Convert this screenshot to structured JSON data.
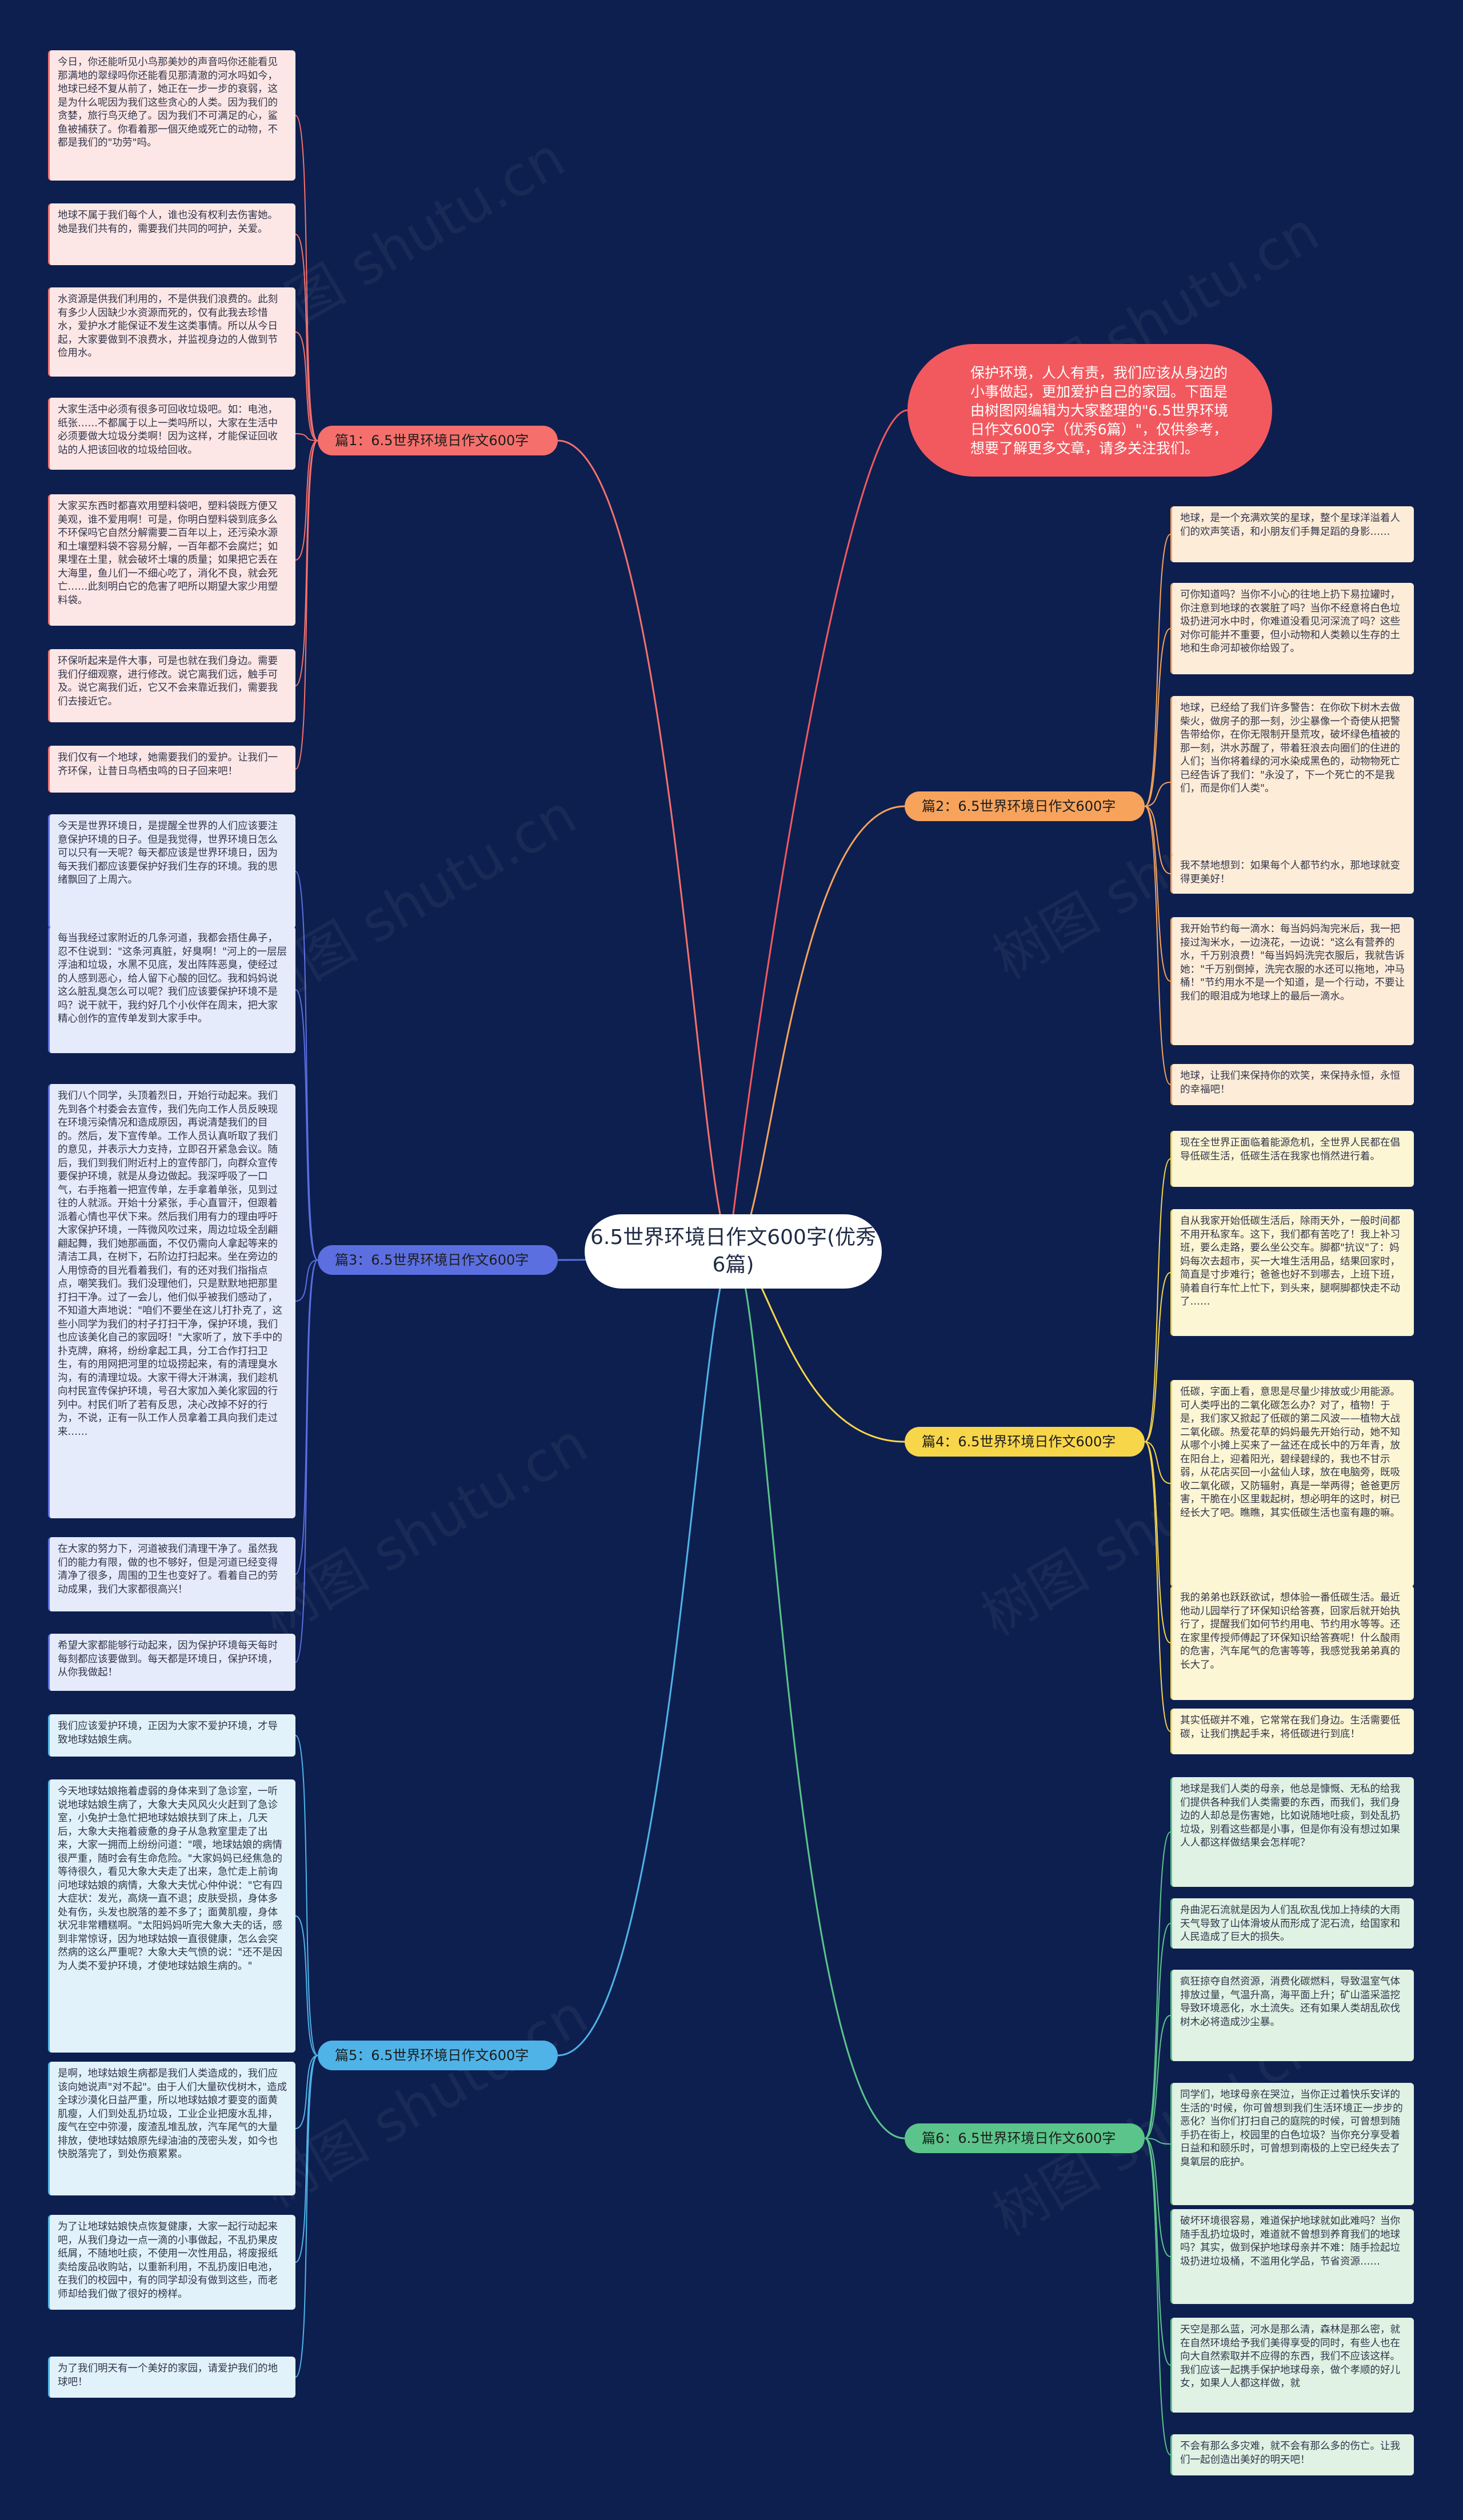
{
  "colors": {
    "background": "#0d1f4f",
    "branch1": "#f5706c",
    "branch2": "#f7a35c",
    "branch3": "#5b6fe0",
    "branch4": "#f7d64a",
    "branch5": "#4fb3e8",
    "branch6": "#5bc48a",
    "intro": "#f2595f"
  },
  "center": {
    "title": "6.5世界环境日作文600字(优秀6篇)"
  },
  "intro": {
    "text": "保护环境，人人有责，我们应该从身边的小事做起，更加爱护自己的家园。下面是由树图网编辑为大家整理的\"6.5世界环境日作文600字（优秀6篇）\"，仅供参考，想要了解更多文章，请多关注我们。"
  },
  "watermarks": [
    "树图 shutu.cn",
    "树图 shutu.cn",
    "树图 shutu.cn",
    "树图 shutu.cn",
    "树图 shutu.cn",
    "树图 shutu.cn",
    "树图 shutu.cn",
    "树图 shutu.cn"
  ],
  "branches": [
    {
      "label": "篇1：6.5世界环境日作文600字",
      "notes": [
        "今日，你还能听见小鸟那美妙的声音吗你还能看见那满地的翠绿吗你还能看见那清澈的河水吗如今，地球已经不复从前了，她正在一步一步的衰弱，这是为什么呢因为我们这些贪心的人类。因为我们的贪婪，旅行鸟灭绝了。因为我们不可满足的心，鲨鱼被捕获了。你看着那一個灭绝或死亡的动物，不都是我们的\"功劳\"吗。",
        "地球不属于我们每个人，谁也没有权利去伤害她。她是我们共有的，需要我们共同的呵护，关爱。",
        "水资源是供我们利用的，不是供我们浪费的。此刻有多少人因缺少水资源而死的，仅有此我去珍惜水，爱护水才能保证不发生这类事情。所以从今日起，大家要做到不浪费水，并监视身边的人做到节俭用水。",
        "大家生活中必须有很多可回收垃圾吧。如：电池，纸张……不都属于以上一类吗所以，大家在生活中必须要做大垃圾分类啊！因为这样，才能保证回收站的人把该回收的垃圾给回收。",
        "大家买东西时都喜欢用塑料袋吧，塑料袋既方便又美观，谁不爱用啊！可是，你明白塑料袋到底多么不环保吗它自然分解需要二百年以上，还污染水源和土壤塑料袋不容易分解，一百年都不会腐烂；如果埋在土里，就会破坏土壤的质量；如果把它丢在大海里，鱼儿们一不细心吃了，消化不良，就会死亡……此刻明白它的危害了吧所以期望大家少用塑料袋。",
        "环保听起来是件大事，可是也就在我们身边。需要我们仔细观察，进行修改。说它离我们远，触手可及。说它离我们近，它又不会来靠近我们，需要我们去接近它。",
        "我们仅有一个地球，她需要我们的爱护。让我们一齐环保，让昔日鸟栖虫鸣的日子回来吧！"
      ]
    },
    {
      "label": "篇2：6.5世界环境日作文600字",
      "notes": [
        "地球，是一个充满欢笑的星球，整个星球洋溢着人们的欢声笑语，和小朋友们手舞足蹈的身影……",
        "可你知道吗？当你不小心的往地上扔下易拉罐时，你注意到地球的衣裳脏了吗？当你不经意将白色垃圾扔进河水中时，你难道没看见河深流了吗？这些对你可能并不重要，但小动物和人类赖以生存的土地和生命河却被你给毁了。",
        "地球，已经给了我们许多警告：在你砍下树木去做柴火，做房子的那一刻，沙尘暴像一个奇使从把警告带给你，在你无限制开垦荒攻，破坏绿色植被的那一刻，洪水苏醒了，带着狂浪去向圈们的住进的人们；当你将着绿的河水染成黑色的，动物物死亡已经告诉了我们：\"永没了，下一个死亡的不是我们，而是你们人类\"。",
        "我不禁地想到：如果每个人都节约水，那地球就变得更美好！",
        "我开始节约每一滴水：每当妈妈淘完米后，我一把接过淘米水，一边浇花，一边说：\"这么有营养的水，千万别浪费！\"每当妈妈洗完衣服后，我就告诉她：\"千万别倒掉，洗完衣服的水还可以拖地，冲马桶！\"节约用水不是一个知道，是一个行动，不要让我们的眼泪成为地球上的最后一滴水。",
        "地球，让我们来保持你的欢笑，来保持永恒，永恒的幸福吧！"
      ]
    },
    {
      "label": "篇3：6.5世界环境日作文600字",
      "notes": [
        "今天是世界环境日，是提醒全世界的人们应该要注意保护环境的日子。但是我觉得，世界环境日怎么可以只有一天呢？每天都应该是世界环境日，因为每天我们都应该要保护好我们生存的环境。我的思绪飘回了上周六。",
        "每当我经过家附近的几条河道，我都会捂住鼻子，忍不住说到：\"这条河真脏，好臭啊！\"河上的一层层浮油和垃圾，水黑不见底，发出阵阵恶臭，使经过的人感到恶心，给人留下心酸的回忆。我和妈妈说这么脏乱臭怎么可以呢？我们应该要保护环境不是吗？说干就干，我约好几个小伙伴在周末，把大家精心创作的宣传单发到大家手中。",
        "我们八个同学，头顶着烈日，开始行动起来。我们先到各个村委会去宣传，我们先向工作人员反映现在环境污染情况和造成原因，再说清楚我们的目的。然后，发下宣传单。工作人员认真听取了我们的意见，并表示大力支持，立即召开紧急会议。随后，我们到我们附近村上的宣传部门，向群众宣传要保护环境，就是从身边做起。我深呼吸了一口气，右手拖着一把宣传单，左手拿着单张，见到过往的人就派。开始十分紧张，手心直冒汗，但跟着派着心情也平伏下来。然后我们用有力的理由呼吁大家保护环境，一阵微风吹过来，周边垃圾全刮翩翩起舞，我们她那画面，不仅仍需向人拿起等来的清洁工具，在树下，石阶边打扫起来。坐在旁边的人用惊奇的目光看着我们，有的还对我们指指点点，嘲笑我们。我们没理他们，只是默默地把那里打扫干净。过了一会儿，他们似乎被我们感动了，不知道大声地说：\"咱们不要坐在这儿打扑克了，这些小同学为我们的村子打扫干净，保护环境，我们也应该美化自己的家园呀！\"大家听了，放下手中的扑克牌，麻将，纷纷拿起工具，分工合作打扫卫生，有的用网把河里的垃圾捞起来，有的清理臭水沟，有的清理垃圾。大家干得大汗淋漓，我们趁机向村民宣传保护环境，号召大家加入美化家园的行列中。村民们听了若有反思，决心改掉不好的行为，不说，正有一队工作人员拿着工具向我们走过来……",
        "在大家的努力下，河道被我们清理干净了。虽然我们的能力有限，做的也不够好，但是河道已经变得清净了很多，周围的卫生也变好了。看着自己的劳动成果，我们大家都很高兴！",
        "希望大家都能够行动起来，因为保护环境每天每时每刻都应该要做到。每天都是环境日，保护环境，从你我做起！"
      ]
    },
    {
      "label": "篇4：6.5世界环境日作文600字",
      "notes": [
        "现在全世界正面临着能源危机，全世界人民都在倡导低碳生活，低碳生活在我家也悄然进行着。",
        "自从我家开始低碳生活后，除雨天外，一般时间都不用开私家车。这下，我们都有苦吃了！我上补习班，要么走路，要么坐公交车。脚都\"抗议\"了：妈妈每次去超市，买一大堆生活用品，结果回家时，简直是寸步难行；爸爸也好不到哪去，上班下班，骑着自行车忙上忙下，到头来，腿啊脚都快走不动了……",
        "低碳，字面上看，意思是尽量少排放或少用能源。可人类呼出的二氧化碳怎么办？对了，植物！于是，我们家又掀起了低碳的第二风波——植物大战二氧化碳。热爱花草的妈妈最先开始行动，她不知从哪个小摊上买来了一盆还在成长中的万年青，放在阳台上，迎着阳光，碧绿碧绿的，我也不甘示弱，从花店买回一小盆仙人球，放在电脑旁，既吸收二氧化碳，又防辐射，真是一举两得；爸爸更厉害，干脆在小区里栽起树，想必明年的这时，树已经长大了吧。瞧瞧，其实低碳生活也蛮有趣的嘛。",
        "我的弟弟也跃跃欲试，想体验一番低碳生活。最近他动儿园举行了环保知识给答赛，回家后就开始执行了，提醒我们如何节约用电、节约用水等等。还在家里传授师傅起了环保知识给答赛呢！什么酸雨的危害，汽车尾气的危害等等，我感觉我弟弟真的长大了。",
        "其实低碳并不难，它常常在我们身边。生活需要低碳，让我们携起手来，将低碳进行到底！"
      ]
    },
    {
      "label": "篇5：6.5世界环境日作文600字",
      "notes": [
        "我们应该爱护环境，正因为大家不爱护环境，才导致地球姑娘生病。",
        "今天地球姑娘拖着虚弱的身体来到了急诊室，一听说地球姑娘生病了，大象大夫风风火火赶到了急诊室，小兔护士急忙把地球姑娘扶到了床上，几天后，大象大夫拖着疲惫的身子从急救室里走了出来，大家一拥而上纷纷问道：\"喂，地球姑娘的病情很严重，随时会有生命危险。\"大家妈妈已经焦急的等待很久，看见大象大夫走了出来，急忙走上前询问地球姑娘的病情，大象大夫忧心仲仲说：\"它有四大症状：发光，高烧一直不退；皮肤受损，身体多处有伤，头发也脱落的差不多了；面黄肌瘦，身体状况非常糟糕啊。\"太阳妈妈听完大象大夫的话，感到非常惊讶，因为地球姑娘一直很健康，怎么会突然病的这么严重呢？大象大夫气愤的说：\"还不是因为人类不爱护环境，才使地球姑娘生病的。\"",
        "是啊，地球姑娘生病都是我们人类造成的，我们应该向她说声\"对不起\"。由于人们大量砍伐树木，造成全球沙漠化日益严重，所以地球姑娘才要变的面黄肌瘦，人们到处乱扔垃圾，工业企业把废水乱排，废气在空中弥漫，废渣乱堆乱放，汽车尾气的大量排放，使地球姑娘原先绿油油的茂密头发，如今也快脱落完了，到处伤痕累累。",
        "为了让地球姑娘快点恢复健康，大家一起行动起来吧，从我们身边一点一滴的小事做起，不乱扔果皮纸屑，不随地吐痰，不使用一次性用品，将废报纸卖给废品收购站，以重新利用，不乱扔废旧电池，在我们的校园中，有的同学却没有做到这些，而老师却给我们做了很好的榜样。",
        "为了我们明天有一个美好的家园，请爱护我们的地球吧！"
      ]
    },
    {
      "label": "篇6：6.5世界环境日作文600字",
      "notes": [
        "地球是我们人类的母亲，他总是慷慨、无私的给我们提供各种我们人类需要的东西，而我们，我们身边的人却总是伤害她，比如说随地吐痰，到处乱扔垃圾，别看这些都是小事，但是你有没有想过如果人人都这样做结果会怎样呢？",
        "舟曲泥石流就是因为人们乱砍乱伐加上持续的大雨天气导致了山体滑坡从而形成了泥石流，给国家和人民造成了巨大的损失。",
        "疯狂掠夺自然资源，消费化碳燃料，导致温室气体排放过量，气温升高，海平面上升；矿山滥采滥挖导致环境恶化，水土流失。还有如果人类胡乱砍伐树木必将造成沙尘暴。",
        "同学们，地球母亲在哭泣，当你正过着快乐安详的生活的'时候，你可曾想到我们生活环境正一步步的恶化？当你们打扫自己的庭院的时候，可曾想到随手扔在街上，校园里的白色垃圾？当你充分享受着日益和和颐乐时，可曾想到南极的上空已经失去了臭氧层的庇护。",
        "破坏环境很容易，难道保护地球就如此难吗？当你随手乱扔垃圾时，难道就不曾想到养育我们的地球吗？其实，做到保护地球母亲并不难：随手捡起垃圾扔进垃圾桶，不滥用化学品，节省资源……",
        "天空是那么蓝，河水是那么清，森林是那么密，就在自然环境给予我们美得享受的同时，有些人也在向大自然索取并不应得的东西，我们不应该这样。我们应该一起携手保护地球母亲，做个孝顺的好儿女，如果人人都这样做，就",
        "不会有那么多灾难，就不会有那么多的伤亡。让我们一起创造出美好的明天吧！"
      ]
    }
  ]
}
